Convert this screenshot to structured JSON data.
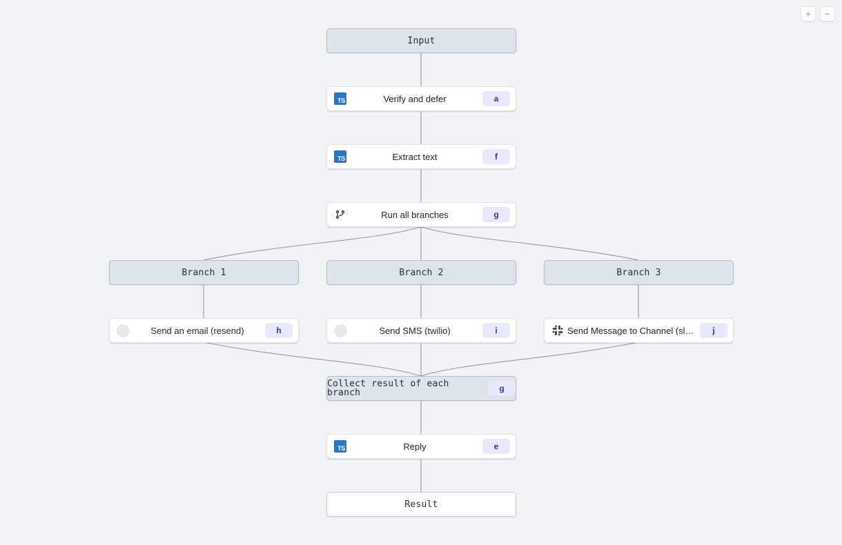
{
  "canvas": {
    "background": "#f2f3f6",
    "edge_color": "#97999e"
  },
  "zoom_controls": {
    "zoom_in_label": "+",
    "zoom_out_label": "−"
  },
  "colors": {
    "node_fill_gray": "#dde3ea",
    "node_fill_white": "#ffffff",
    "badge_background": "#e8e9fd",
    "badge_text": "#3a2fb5",
    "ts_icon_background": "#2f74c0"
  },
  "nodes": {
    "input": {
      "label": "Input",
      "type": "terminal"
    },
    "verify_and_defer": {
      "label": "Verify and defer",
      "badge": "a",
      "icon": "typescript-icon"
    },
    "extract_text": {
      "label": "Extract text",
      "badge": "f",
      "icon": "typescript-icon"
    },
    "run_all_branches": {
      "label": "Run all branches",
      "badge": "g",
      "icon": "branch-icon"
    },
    "branch_1": {
      "label": "Branch 1",
      "type": "branch-header"
    },
    "branch_2": {
      "label": "Branch 2",
      "type": "branch-header"
    },
    "branch_3": {
      "label": "Branch 3",
      "type": "branch-header"
    },
    "send_email": {
      "label": "Send an email (resend)",
      "badge": "h",
      "icon": "resend-icon"
    },
    "send_sms": {
      "label": "Send SMS (twilio)",
      "badge": "i",
      "icon": "twilio-icon"
    },
    "send_slack": {
      "label": "Send Message to Channel (slack)",
      "badge": "j",
      "icon": "slack-icon"
    },
    "collect_result": {
      "label": "Collect result of each branch",
      "badge": "g",
      "type": "branch-footer"
    },
    "reply": {
      "label": "Reply",
      "badge": "e",
      "icon": "typescript-icon"
    },
    "result": {
      "label": "Result",
      "type": "terminal"
    }
  }
}
